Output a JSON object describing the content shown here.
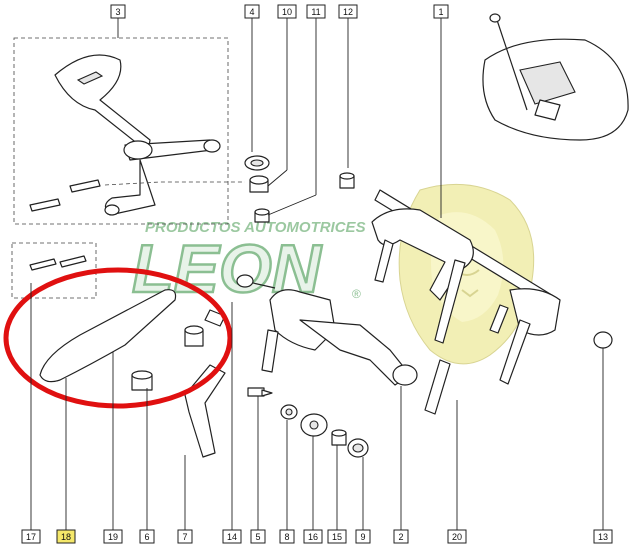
{
  "callouts": {
    "c1": "1",
    "c2": "2",
    "c3": "3",
    "c4": "4",
    "c5": "5",
    "c6": "6",
    "c7": "7",
    "c8": "8",
    "c10": "10",
    "c11": "11",
    "c12": "12",
    "c13": "13",
    "c14": "14",
    "c15": "15",
    "c16": "16",
    "c17": "17",
    "c18": "18",
    "c19": "19",
    "c20": "20",
    "c9": "9"
  },
  "highlighted_callout": "18",
  "watermark": {
    "tagline": "PRODUCTOS AUTOMOTRICES",
    "brand": "LEON",
    "registered": "®"
  },
  "colors": {
    "highlight_ring": "#e01010",
    "highlight_box": "#f5e86a",
    "brand_green": "#2e8b3a",
    "brand_yellow": "#e9e27a"
  }
}
